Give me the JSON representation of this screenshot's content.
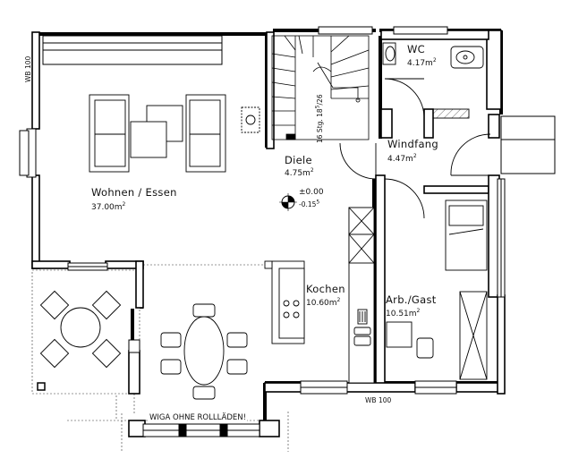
{
  "rooms": {
    "wohnen": {
      "name": "Wohnen / Essen",
      "area": "37.00m",
      "unit_exp": "2"
    },
    "diele": {
      "name": "Diele",
      "area": "4.75m",
      "unit_exp": "2"
    },
    "wc": {
      "name": "WC",
      "area": "4.17m",
      "unit_exp": "2"
    },
    "windfang": {
      "name": "Windfang",
      "area": "4.47m",
      "unit_exp": "2"
    },
    "kochen": {
      "name": "Kochen",
      "area": "10.60m",
      "unit_exp": "2"
    },
    "arbeit": {
      "name": "Arb./Gast",
      "area": "10.51m",
      "unit_exp": "2"
    }
  },
  "stairs": {
    "label": "16 Stg. 18",
    "rise_sup": "5",
    "rise_frac": "/26"
  },
  "level": {
    "main": "±0.00",
    "sub": "-0.15",
    "sub_sup": "5"
  },
  "labels": {
    "wb_left": "WB 100",
    "wb_bottom": "WB 100",
    "wiga": "WIGA OHNE ROLLLÄDEN!"
  },
  "colors": {
    "wall": "#000000",
    "line": "#111111",
    "background": "#ffffff"
  }
}
